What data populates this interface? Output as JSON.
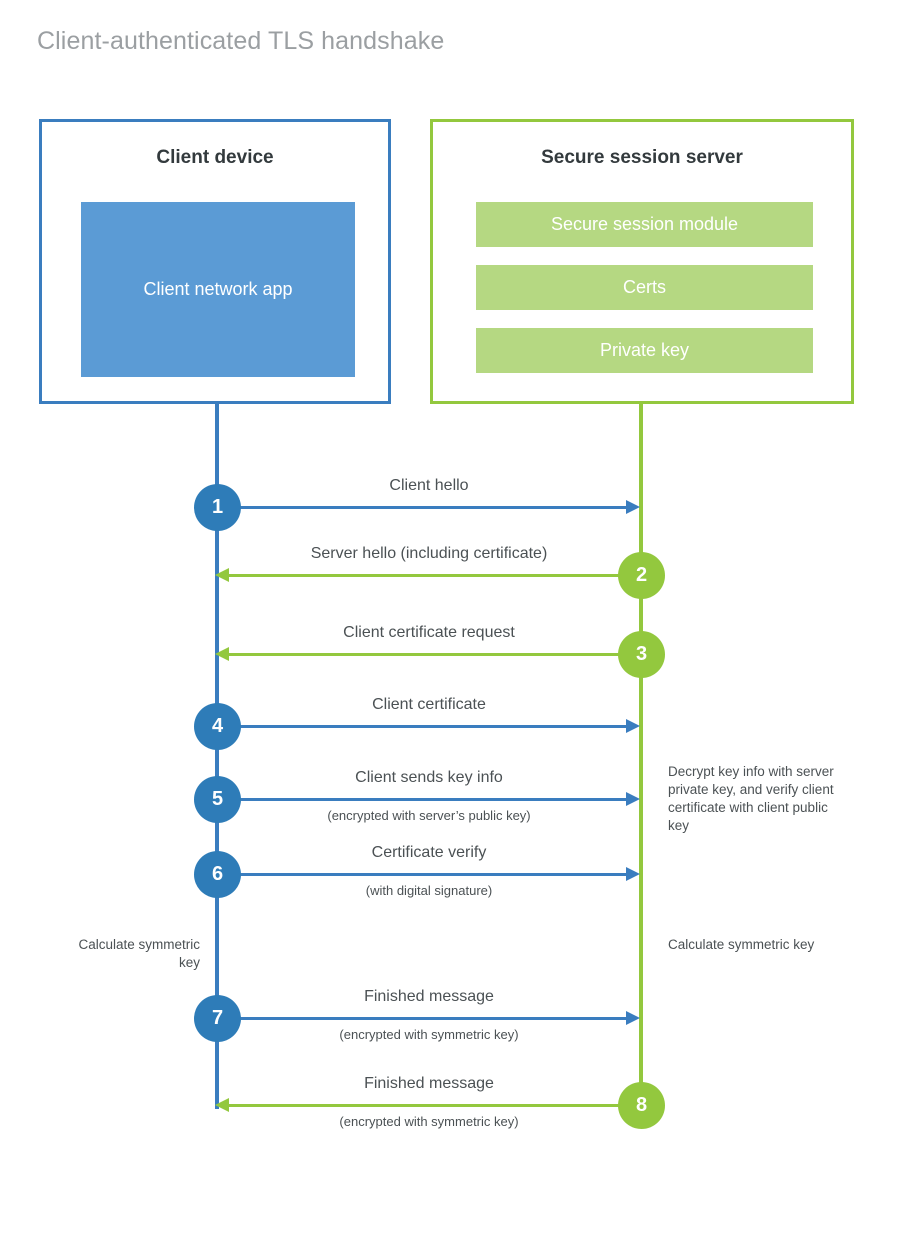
{
  "title": "Client-authenticated TLS handshake",
  "actors": {
    "client": {
      "name": "client",
      "title": "Client device",
      "app_label": "Client network app",
      "border_color": "#3a7dbf",
      "accent_color": "#5b9bd5"
    },
    "server": {
      "name": "server",
      "title": "Secure session server",
      "border_color": "#93c83e",
      "accent_color": "#b5d882",
      "components": [
        {
          "label": "Secure session module"
        },
        {
          "label": "Certs"
        },
        {
          "label": "Private key"
        }
      ]
    }
  },
  "messages": [
    {
      "step": "1",
      "direction": "to-server",
      "label": "Client hello",
      "sublabel": "",
      "color": "#2e7cb8"
    },
    {
      "step": "2",
      "direction": "to-client",
      "label": "Server hello (including certificate)",
      "sublabel": "",
      "color": "#93c83e"
    },
    {
      "step": "3",
      "direction": "to-client",
      "label": "Client certificate request",
      "sublabel": "",
      "color": "#93c83e"
    },
    {
      "step": "4",
      "direction": "to-server",
      "label": "Client certificate",
      "sublabel": "",
      "color": "#2e7cb8"
    },
    {
      "step": "5",
      "direction": "to-server",
      "label": "Client sends key info",
      "sublabel": "(encrypted with server’s public key)",
      "color": "#2e7cb8"
    },
    {
      "step": "6",
      "direction": "to-server",
      "label": "Certificate verify",
      "sublabel": "(with digital signature)",
      "color": "#2e7cb8"
    },
    {
      "step": "7",
      "direction": "to-server",
      "label": "Finished message",
      "sublabel": "(encrypted with symmetric key)",
      "color": "#2e7cb8"
    },
    {
      "step": "8",
      "direction": "to-client",
      "label": "Finished message",
      "sublabel": "(encrypted with symmetric key)",
      "color": "#93c83e"
    }
  ],
  "notes": {
    "server_decrypt": "Decrypt key info with server private key, and verify client certificate with client public key",
    "client_calculate": "Calculate symmetric key",
    "server_calculate": "Calculate symmetric key"
  }
}
